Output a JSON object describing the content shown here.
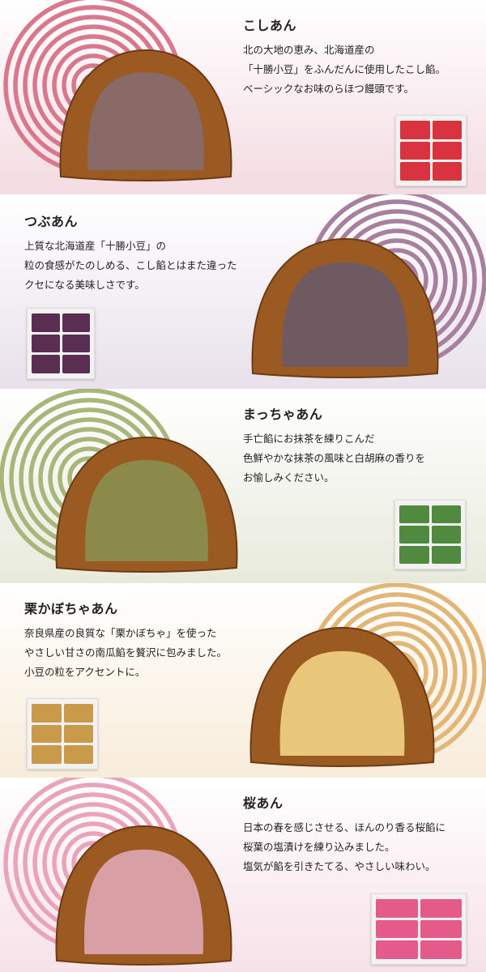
{
  "products": [
    {
      "name": "こしあん",
      "lines": [
        "北の大地の恵み、北海道産の",
        "「十勝小豆」をふんだんに使用したこし餡。",
        "ベーシックなお味のらほつ饅頭です。"
      ],
      "ring_color": "#d9788d",
      "filling_color": "#8a6a66",
      "bg": "#f3dbe2"
    },
    {
      "name": "つぶあん",
      "lines": [
        "上質な北海道産「十勝小豆」の",
        "粒の食感がたのしめる、こし餡とはまた違った",
        "クセになる美味しさです。"
      ],
      "ring_color": "#a8809f",
      "filling_color": "#6e5a60",
      "bg": "#e8e0ea"
    },
    {
      "name": "まっちゃあん",
      "lines": [
        "手亡餡にお抹茶を練りこんだ",
        "色鮮やかな抹茶の風味と白胡麻の香りを",
        "お愉しみください。"
      ],
      "ring_color": "#a9b679",
      "filling_color": "#8c8a4a",
      "bg": "#e7eadb"
    },
    {
      "name": "栗かぼちゃあん",
      "lines": [
        "奈良県産の良質な「栗かぼちゃ」を使った",
        "やさしい甘さの南瓜餡を贅沢に包みました。",
        "小豆の粒をアクセントに。"
      ],
      "ring_color": "#e2b677",
      "filling_color": "#e8c67a",
      "bg": "#f8ecda"
    },
    {
      "name": "桜あん",
      "lines": [
        "日本の春を感じさせる、ほんのり香る桜餡に",
        "桜葉の塩漬けを練り込みました。",
        "塩気が餡を引きたてる、やさしい味わい。"
      ],
      "ring_color": "#e9a4bb",
      "filling_color": "#d8a0a4",
      "bg": "#f6e1e8"
    }
  ],
  "box_colors": [
    "#d8333f",
    "#5a2e52",
    "#4f8a3f",
    "#c99a4a",
    "#e45a8a"
  ]
}
